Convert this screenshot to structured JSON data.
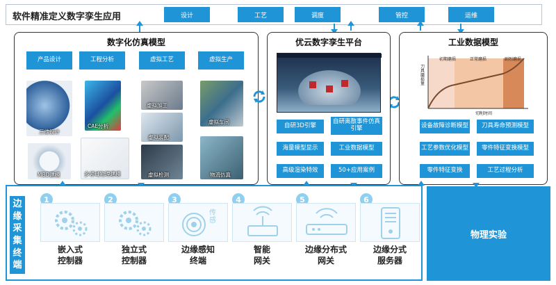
{
  "header": {
    "title": "软件精准定义数字孪生应用",
    "tabs": [
      "设计",
      "工艺",
      "调度",
      "管控",
      "运维"
    ]
  },
  "left_panel": {
    "title": "数字化仿真模型",
    "columns": [
      "产品设计",
      "工程分析",
      "虚拟工艺",
      "虚拟生产"
    ],
    "images": [
      {
        "caption": "三维设计"
      },
      {
        "caption": "CAE分析"
      },
      {
        "caption": "虚拟加工"
      },
      {
        "caption": "虚拟车间"
      },
      {
        "caption": "虚拟装配"
      },
      {
        "caption": "MBD建模"
      },
      {
        "caption": "多领域物理建模"
      },
      {
        "caption": "虚拟检测"
      },
      {
        "caption": "物流仿真"
      }
    ]
  },
  "middle_panel": {
    "title": "优云数字孪生平台",
    "features": [
      "自研3D引擎",
      "自研离散事件仿真引擎",
      "海量模型显示",
      "工业数据模型",
      "高级渲染特效",
      "50+应用案例"
    ]
  },
  "right_panel": {
    "title": "工业数据模型",
    "chart": {
      "ylabel": "刀具磨损量",
      "xlabel": "切削时间",
      "zones": [
        "初期磨损",
        "正常磨损",
        "剧烈磨损"
      ]
    },
    "features": [
      "设备故障诊断模型",
      "刀具寿命预测模型",
      "工艺参数优化模型",
      "零件特征变换模型",
      "零件特征变换",
      "工艺过程分析"
    ]
  },
  "edge": {
    "label": [
      "边",
      "缘",
      "采",
      "集",
      "终",
      "端"
    ],
    "devices": [
      {
        "num": "1",
        "name": "嵌入式\n控制器",
        "icon": "gears-icon"
      },
      {
        "num": "2",
        "name": "独立式\n控制器",
        "icon": "gears-icon"
      },
      {
        "num": "3",
        "name": "边缘感知\n终端",
        "icon": "sensor-icon",
        "badge": "传感"
      },
      {
        "num": "4",
        "name": "智能\n网关",
        "icon": "wireless-gateway-icon"
      },
      {
        "num": "5",
        "name": "边缘分布式\n网关",
        "icon": "wifi-router-icon"
      },
      {
        "num": "6",
        "name": "边缘分式\n服务器",
        "icon": "server-icon"
      }
    ]
  },
  "physical": {
    "label": "物理实验"
  },
  "colors": {
    "accent": "#1f95d8",
    "light": "#8fd0f0",
    "wear_initial": "#f6d9c8",
    "wear_normal": "#f3c6a6",
    "wear_severe": "#d8895a"
  }
}
